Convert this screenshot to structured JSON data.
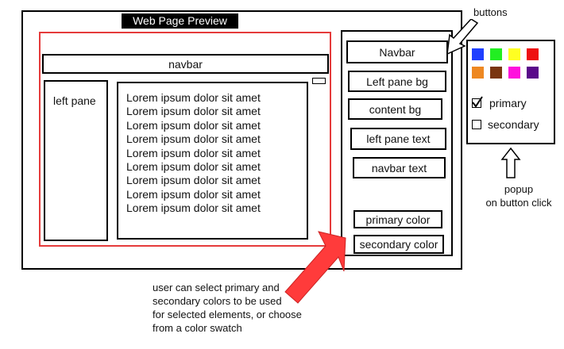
{
  "window": {
    "title": "Web Page Preview"
  },
  "preview": {
    "navbar_label": "navbar",
    "left_pane_label": "left pane",
    "content_lines": [
      "Lorem ipsum dolor sit amet",
      "Lorem ipsum dolor sit amet",
      "Lorem ipsum dolor sit amet",
      "Lorem ipsum dolor sit amet",
      "Lorem ipsum dolor sit amet",
      "Lorem ipsum dolor sit amet",
      "Lorem ipsum dolor sit amet",
      "Lorem ipsum dolor sit amet",
      "Lorem ipsum dolor sit amet"
    ]
  },
  "toolbar": {
    "buttons": [
      "Navbar",
      "Left pane bg",
      "content bg",
      "left pane text",
      "navbar text"
    ],
    "primary_color_label": "primary color",
    "secondary_color_label": "secondary color"
  },
  "popup": {
    "swatches": [
      "#1f3fff",
      "#22ee22",
      "#ffff22",
      "#ee1111",
      "#ee8822",
      "#7a3510",
      "#ff11dd",
      "#5a0a8a"
    ],
    "options": [
      {
        "label": "primary",
        "checked": true
      },
      {
        "label": "secondary",
        "checked": false
      }
    ]
  },
  "annotations": {
    "buttons": "buttons",
    "popup_line1": "popup",
    "popup_line2": "on button click",
    "user_note": [
      "user can select primary and",
      "secondary colors to be used",
      "for selected elements, or choose",
      "from a color swatch"
    ],
    "red_arrow_color": "#ff3b3b"
  }
}
